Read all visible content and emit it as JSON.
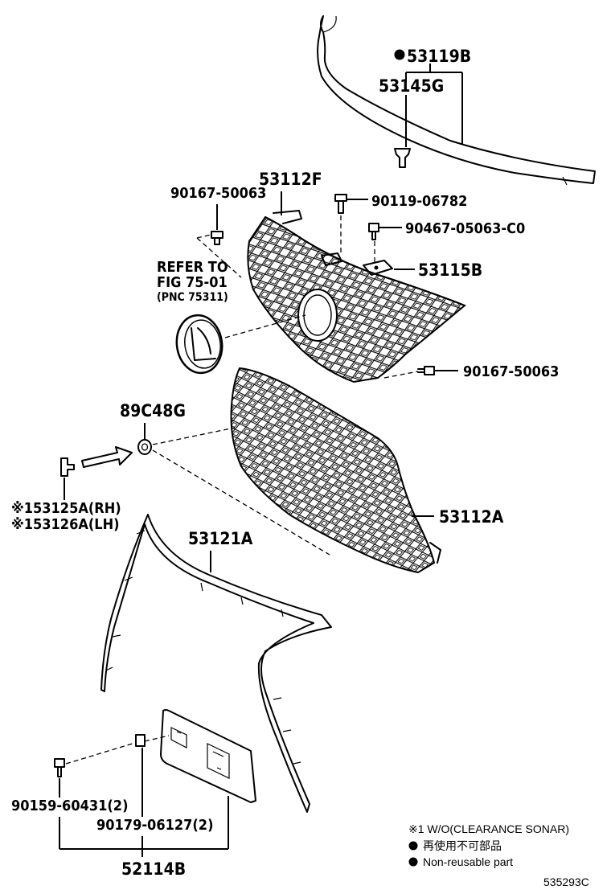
{
  "labels": {
    "p53119B": "53119B",
    "p53145G": "53145G",
    "p53112F": "53112F",
    "p90167_50063_top": "90167-50063",
    "p90119_06782": "90119-06782",
    "p90467_05063_C0": "90467-05063-C0",
    "p53115B": "53115B",
    "refer_line1": "REFER TO",
    "refer_line2": "FIG 75-01",
    "refer_line3": "(PNC 75311)",
    "p90167_50063_right": "90167-50063",
    "p89C48G": "89C48G",
    "p53125A": "※153125A(RH)",
    "p53126A": "※153126A(LH)",
    "p53112A": "53112A",
    "p53121A": "53121A",
    "p90159_60431": "90159-60431(2)",
    "p90179_06127": "90179-06127(2)",
    "p52114B": "52114B"
  },
  "legend": {
    "note1": "※1 W/O(CLEARANCE SONAR)",
    "note2": "再使用不可部品",
    "note3": "Non-reusable part"
  },
  "footer": {
    "diagram_id": "535293C"
  }
}
